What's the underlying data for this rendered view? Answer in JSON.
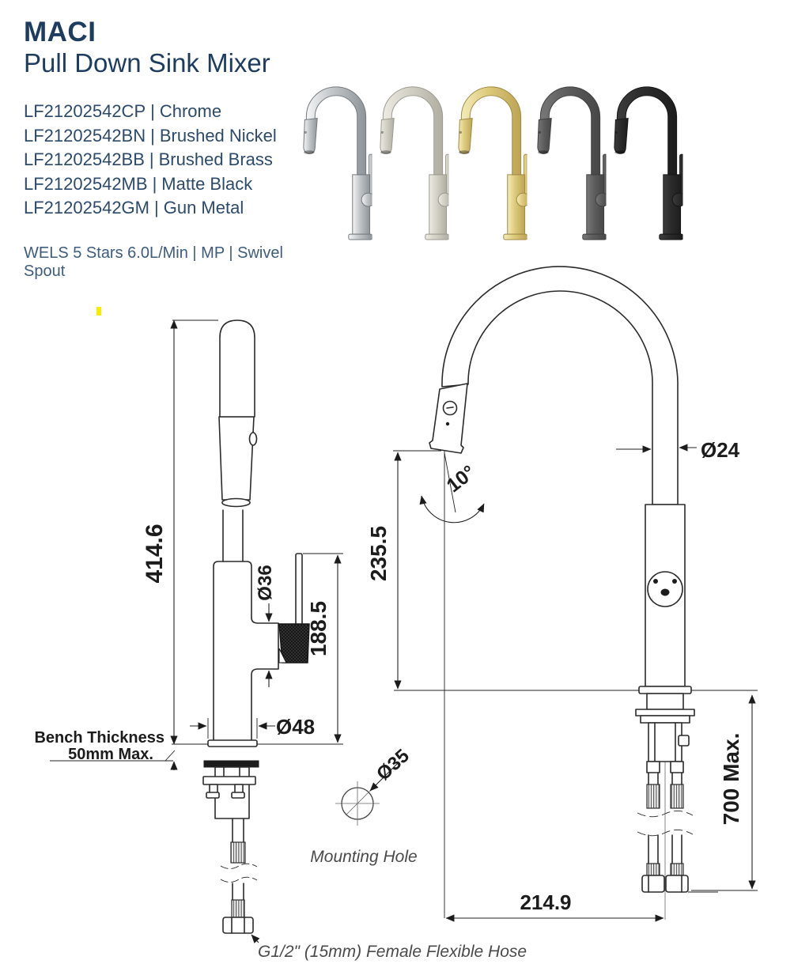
{
  "header": {
    "title": "MACI",
    "subtitle": "Pull Down Sink Mixer",
    "separator": "|",
    "text_color": "#1d3c5f",
    "products": [
      {
        "code": "LF21202542CP",
        "finish": "Chrome"
      },
      {
        "code": "LF21202542BN",
        "finish": "Brushed Nickel"
      },
      {
        "code": "LF21202542BB",
        "finish": "Brushed Brass"
      },
      {
        "code": "LF21202542MB",
        "finish": "Matte Black"
      },
      {
        "code": "LF21202542GM",
        "finish": "Gun Metal"
      }
    ],
    "features": "WELS 5 Stars 6.0L/Min | MP | Swivel Spout"
  },
  "variants": [
    {
      "name": "chrome",
      "light": "#f4f5f6",
      "mid": "#c0c4c7",
      "deep": "#8e9499"
    },
    {
      "name": "brushed-nickel",
      "light": "#eceae2",
      "mid": "#d2d0c5",
      "deep": "#b0aea1"
    },
    {
      "name": "brushed-brass",
      "light": "#f4ecba",
      "mid": "#dcc97a",
      "deep": "#bda354"
    },
    {
      "name": "gun-metal",
      "light": "#787878",
      "mid": "#5d5d5d",
      "deep": "#474747"
    },
    {
      "name": "matte-black",
      "light": "#3c3c3c",
      "mid": "#2b2b2b",
      "deep": "#1d1d1d"
    }
  ],
  "drawings": {
    "front_view": {
      "height_total": "414.6",
      "handle_dia": "Ø36",
      "handle_height": "188.5",
      "body_dia": "Ø48",
      "bench_label_1": "Bench Thickness",
      "bench_label_2": "50mm Max."
    },
    "side_view": {
      "spout_height": "235.5",
      "spout_angle": "10°",
      "tube_dia": "Ø24",
      "hose_length": "700 Max.",
      "reach": "214.9"
    },
    "mounting": {
      "hole_dia": "Ø35",
      "label": "Mounting Hole"
    },
    "hose_label": "G1/2\" (15mm) Female Flexible Hose"
  }
}
